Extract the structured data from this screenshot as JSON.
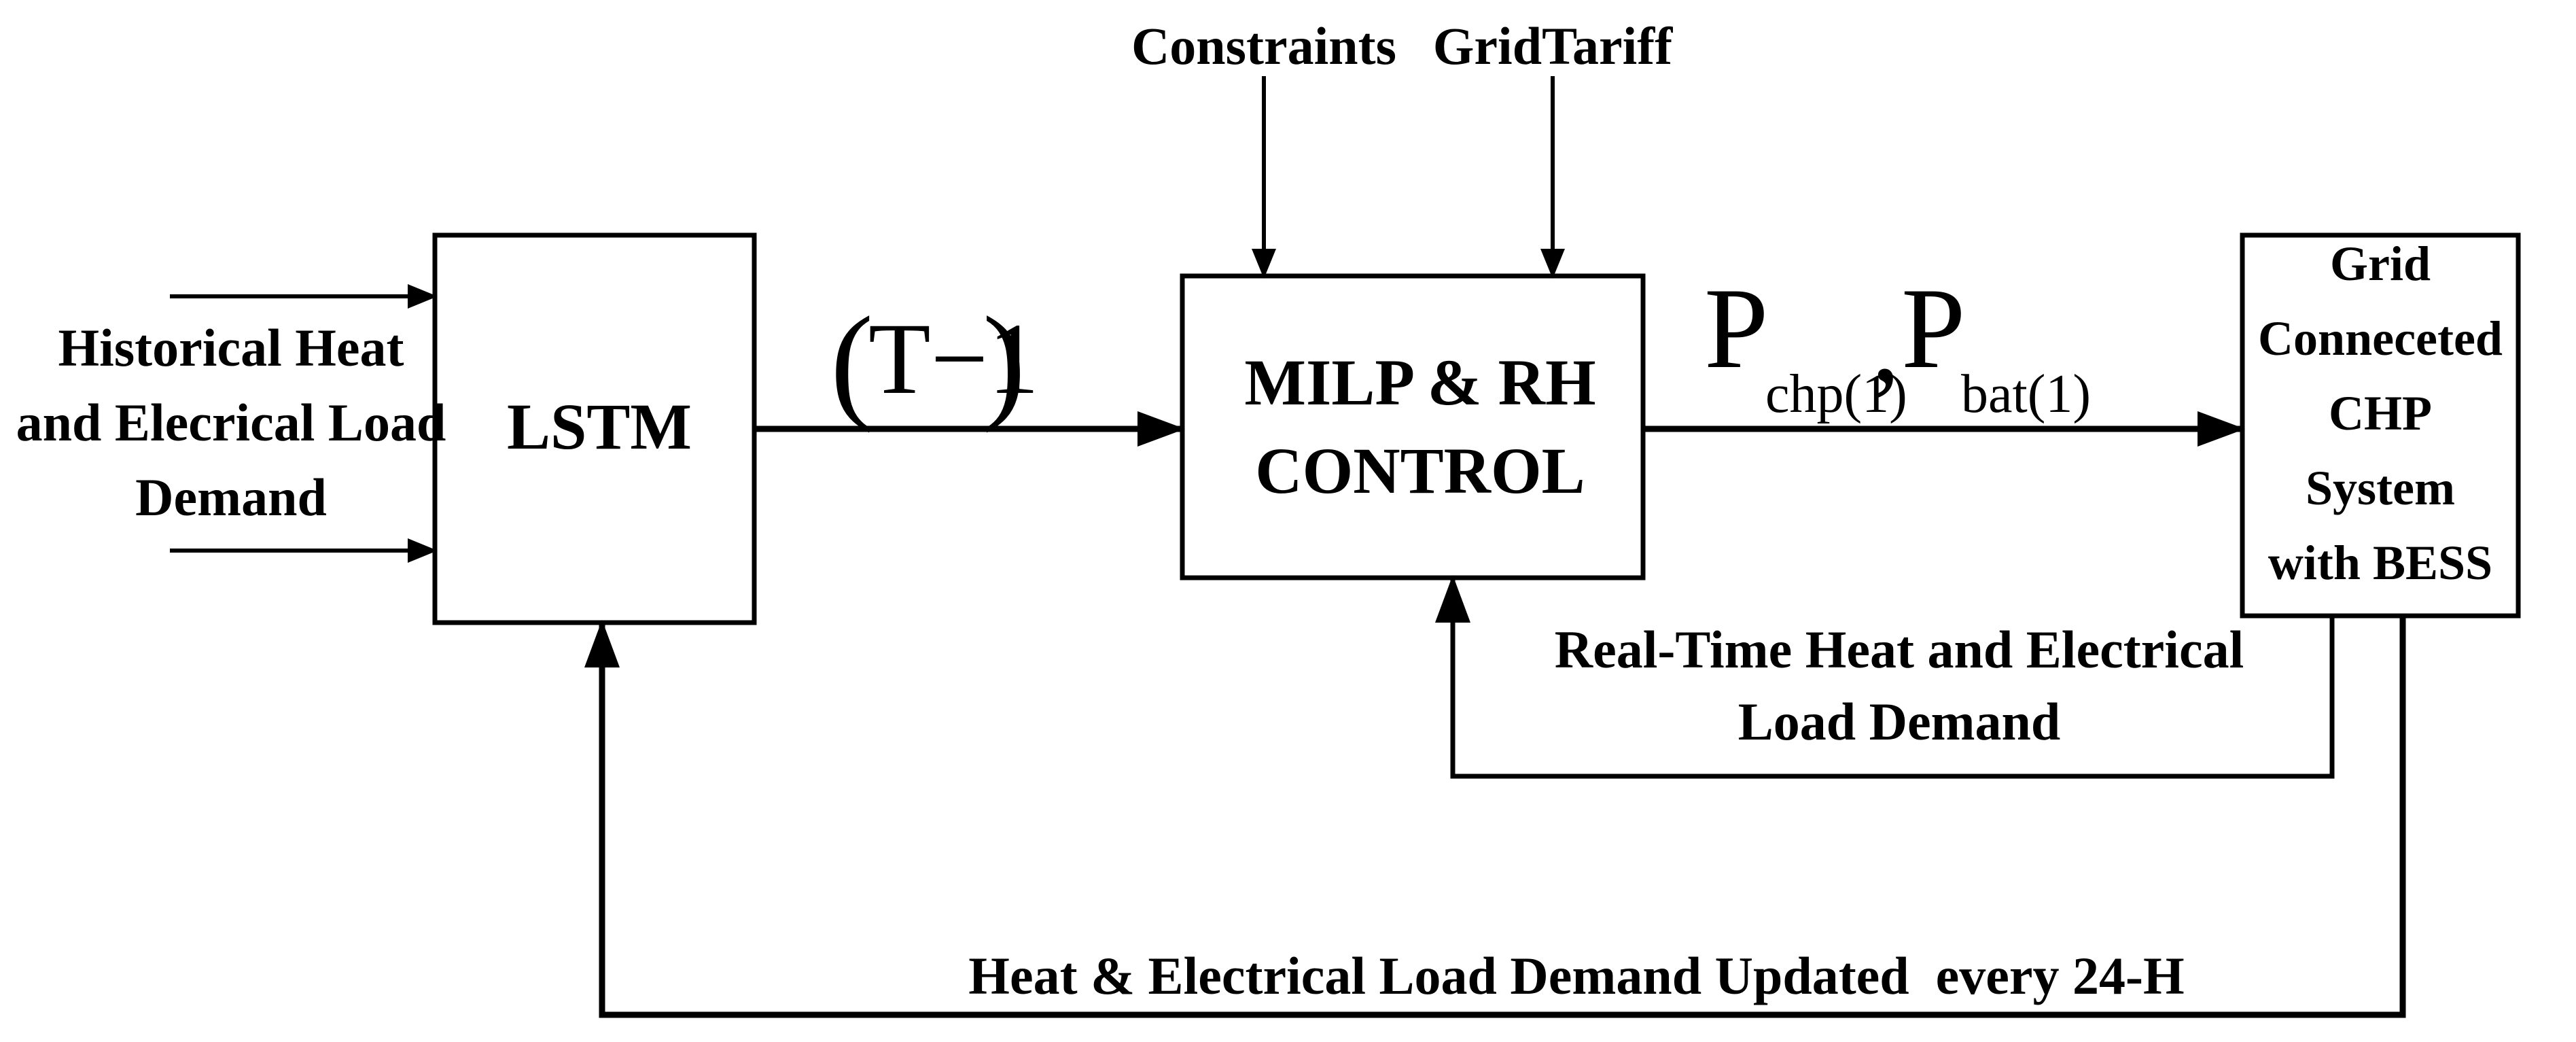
{
  "inputs": {
    "historical_line1": "Historical Heat",
    "historical_line2": "and Elecrical Load",
    "historical_line3": "Demand",
    "constraints": "Constraints",
    "grid_tariff": "GridTariff"
  },
  "blocks": {
    "lstm": "LSTM",
    "milp_line1": "MILP & RH",
    "milp_line2": "CONTROL",
    "chp_line1": "Grid",
    "chp_line2": "Conneceted",
    "chp_line3": "CHP",
    "chp_line4": "System",
    "chp_line5": "with BESS"
  },
  "signals": {
    "forecast_paren_open": "(",
    "forecast_body": "T−1",
    "forecast_paren_close": ")",
    "setpoint_p1": "P",
    "setpoint_sub1": "chp(1)",
    "setpoint_comma": ",",
    "setpoint_p2": "P",
    "setpoint_sub2": "bat(1)"
  },
  "feedback": {
    "realtime_line1": "Real-Time Heat and Electrical",
    "realtime_line2": "Load Demand",
    "daily_update": "Heat & Electrical Load Demand Updated  every 24-H"
  }
}
